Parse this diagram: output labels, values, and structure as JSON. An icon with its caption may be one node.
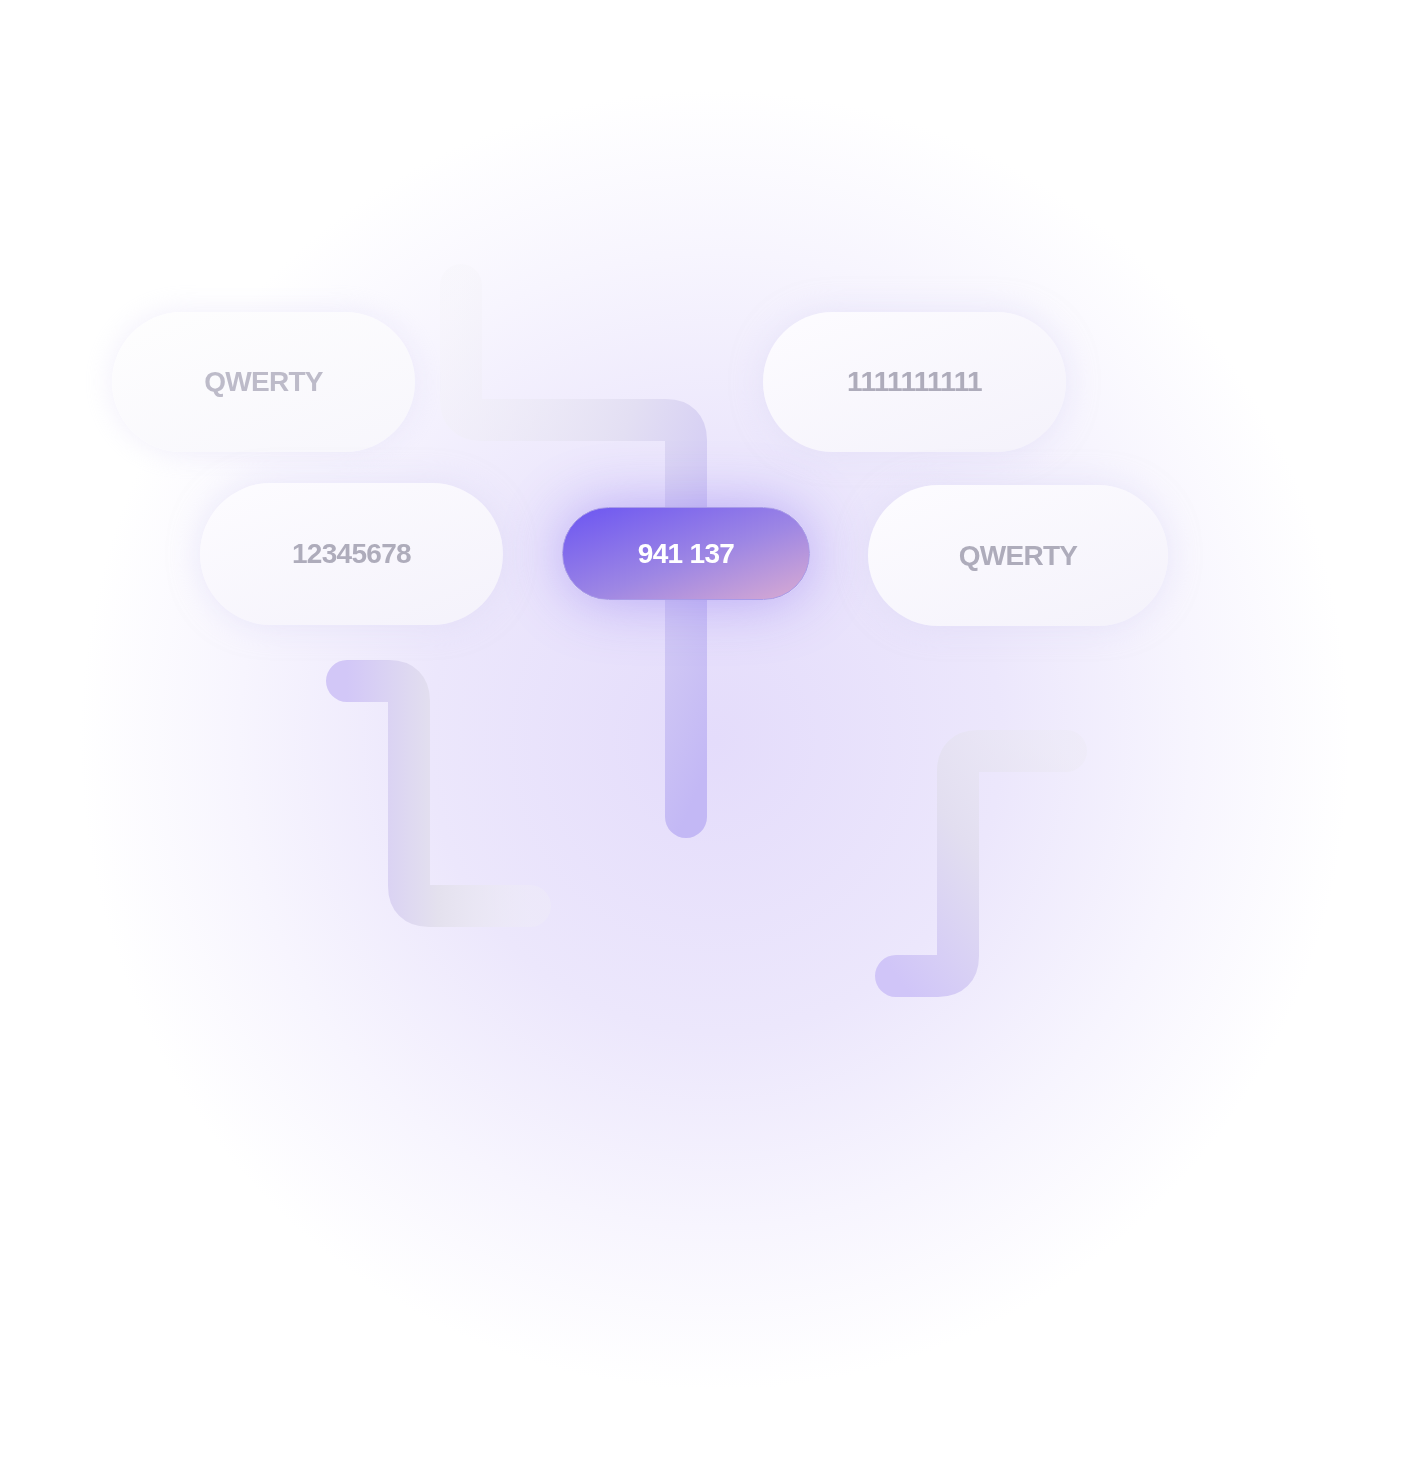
{
  "diagram": {
    "nodes": [
      {
        "text": [
          "QWERTY"
        ]
      },
      {
        "text": [
          "1111111111"
        ]
      },
      {
        "text": [
          "12345678"
        ]
      },
      {
        "text": [
          "941 137"
        ]
      },
      {
        "text": [
          "QWERTY"
        ]
      }
    ]
  }
}
